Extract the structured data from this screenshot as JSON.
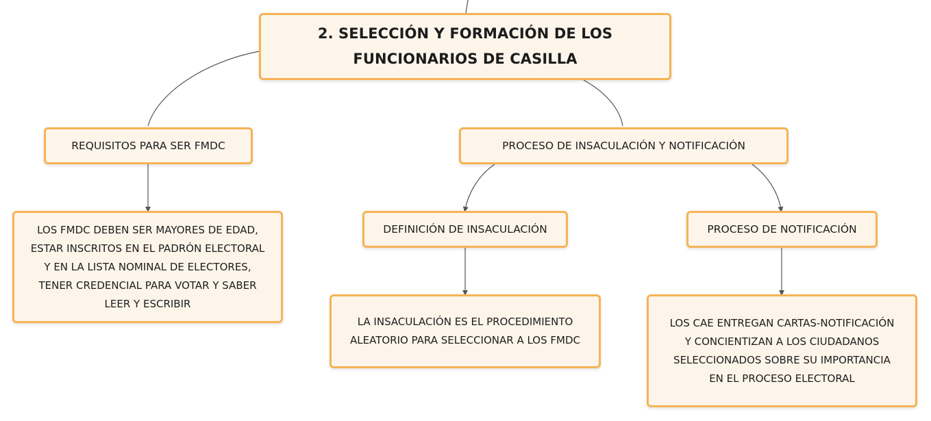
{
  "root": {
    "lines": [
      "2. SELECCIÓN Y FORMACIÓN DE LOS",
      "FUNCIONARIOS DE CASILLA"
    ]
  },
  "requisitos": {
    "label": "REQUISITOS PARA SER FMDC",
    "detail_lines": [
      "LOS FMDC DEBEN SER MAYORES DE EDAD,",
      "ESTAR INSCRITOS EN EL PADRÓN ELECTORAL",
      "Y EN LA LISTA NOMINAL DE ELECTORES,",
      "TENER CREDENCIAL PARA VOTAR Y SABER",
      "LEER Y ESCRIBIR"
    ]
  },
  "proceso": {
    "label": "PROCESO DE INSACULACIÓN Y NOTIFICACIÓN"
  },
  "definicion": {
    "label": "DEFINICIÓN DE INSACULACIÓN",
    "detail_lines": [
      "LA INSACULACIÓN ES EL PROCEDIMIENTO",
      "ALEATORIO PARA SELECCIONAR A LOS FMDC"
    ]
  },
  "notificacion": {
    "label": "PROCESO DE NOTIFICACIÓN",
    "detail_lines": [
      "LOS CAE ENTREGAN CARTAS-NOTIFICACIÓN",
      "Y CONCIENTIZAN A LOS CIUDADANOS",
      "SELECCIONADOS SOBRE SU IMPORTANCIA",
      "EN EL PROCESO ELECTORAL"
    ]
  },
  "colors": {
    "node_fill": "#fef5ea",
    "node_border": "#f6b356",
    "connector": "#555555",
    "text": "#1c1c1c"
  }
}
